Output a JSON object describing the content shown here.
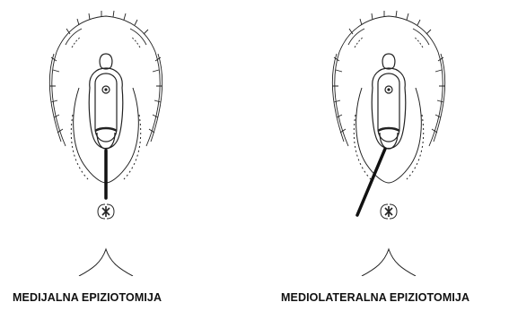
{
  "figure": {
    "left_caption": "MEDIJALNA EPIZIOTOMIJA",
    "right_caption": "MEDIOLATERALNA EPIZIOTOMIJA"
  },
  "colors": {
    "line": "#111111",
    "background": "#ffffff"
  },
  "incisions": {
    "left_type": "median",
    "right_type": "mediolateral"
  }
}
